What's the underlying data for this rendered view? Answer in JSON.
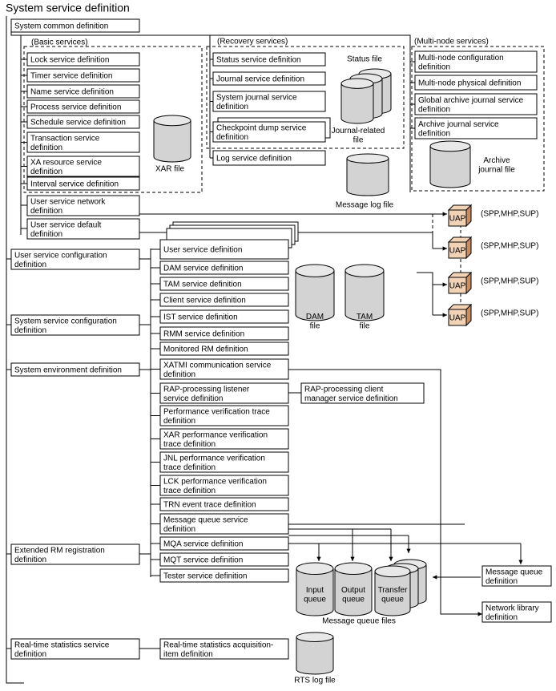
{
  "title": "System service definition",
  "common": "System common definition",
  "groups": {
    "basic": "(Basic services)",
    "recovery": "(Recovery services)",
    "multinode": "(Multi-node services)"
  },
  "basic": [
    "Lock service definition",
    "Timer service definition",
    "Name service definition",
    "Process service definition",
    "Schedule service definition",
    [
      "Transaction service",
      "definition"
    ],
    [
      "XA resource service",
      "definition"
    ],
    "Interval service definition"
  ],
  "recovery": [
    "Status service definition",
    "Journal service definition",
    [
      "System journal service",
      "definition"
    ],
    [
      "Checkpoint dump service",
      "definition"
    ],
    "Log service definition"
  ],
  "multinode": [
    [
      "Multi-node configuration",
      "definition"
    ],
    "Multi-node physical definition",
    [
      "Global archive journal service",
      "definition"
    ],
    [
      "Archive journal service",
      "definition"
    ]
  ],
  "usvc_network": [
    "User service network",
    "definition"
  ],
  "usvc_default": [
    "User service default",
    "definition"
  ],
  "files": {
    "xar": "XAR file",
    "status": "Status file",
    "journal": [
      "Journal-related",
      "file"
    ],
    "archive": [
      "Archive",
      "journal file"
    ],
    "msglog": "Message log file",
    "dam": [
      "DAM",
      "file"
    ],
    "tam": [
      "TAM",
      "file"
    ],
    "mq": "Message queue files",
    "input": [
      "Input",
      "queue"
    ],
    "output": [
      "Output",
      "queue"
    ],
    "transfer": [
      "Transfer",
      "queue"
    ],
    "rts": "RTS log file"
  },
  "uap": {
    "label": "UAP",
    "kinds": "(SPP,MHP,SUP)"
  },
  "left": {
    "usvc_config": [
      "User service configuration",
      "definition"
    ],
    "sys_config": [
      "System service configuration",
      "definition"
    ],
    "sys_env": "System environment definition",
    "ext_rm": [
      "Extended RM registration",
      "definition"
    ],
    "rts": [
      "Real-time statistics service",
      "definition"
    ]
  },
  "config_list": [
    "User service definition",
    "DAM service definition",
    "TAM service definition",
    "Client service definition",
    "IST service definition",
    "RMM service definition",
    "Monitored RM definition",
    [
      "XATMI communication service",
      "definition"
    ],
    [
      "RAP-processing listener",
      "service definition"
    ],
    [
      "Performance verification trace",
      "definition"
    ],
    [
      "XAR performance verification",
      "trace definition"
    ],
    [
      "JNL performance verification",
      "trace definition"
    ],
    [
      "LCK performance verification",
      "trace definition"
    ],
    "TRN event trace definition",
    [
      "Message queue service",
      "definition"
    ],
    "MQA service definition",
    "MQT service definition",
    "Tester service definition"
  ],
  "rap_client": [
    "RAP-processing client",
    "manager service definition"
  ],
  "mq_def": [
    "Message queue",
    "definition"
  ],
  "netlib": [
    "Network library",
    "definition"
  ],
  "rts_item": [
    "Real-time statistics acquisition-",
    "item definition"
  ]
}
